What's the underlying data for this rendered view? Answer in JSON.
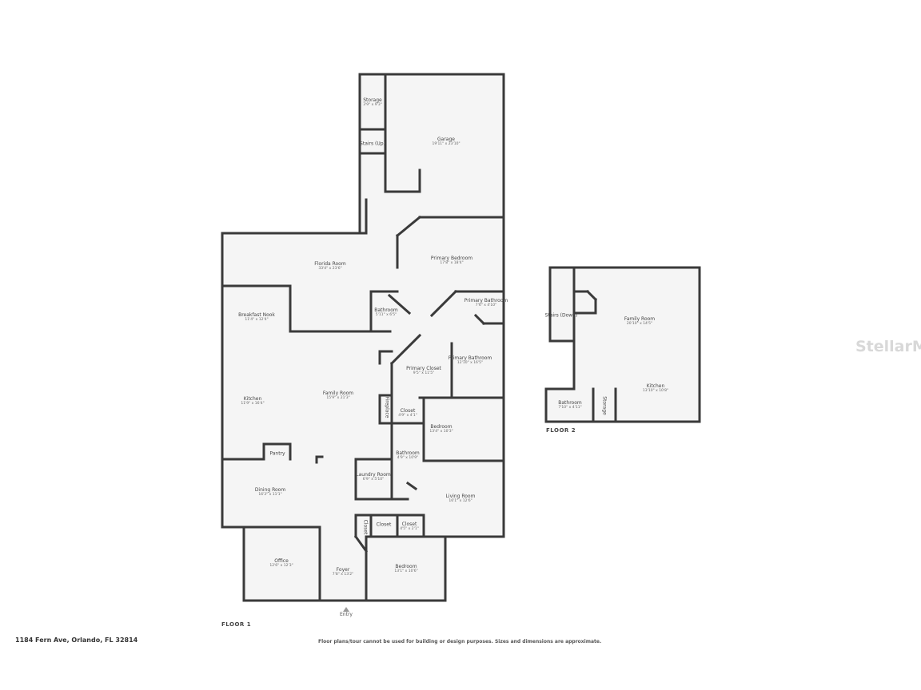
{
  "address": "1184 Fern Ave, Orlando, FL 32814",
  "disclaimer": "Floor plans/tour cannot be used for building or design purposes. Sizes and dimensions are approximate.",
  "watermark": "StellarMLS",
  "wall_color": "#3a3a3a",
  "floor_fill": "#f5f5f5",
  "floor1": {
    "label": "FLOOR 1",
    "entry": "Entry",
    "rooms": [
      {
        "name": "Storage",
        "dims": "3'9\" x 9'3\""
      },
      {
        "name": "Stairs (Up)",
        "dims": ""
      },
      {
        "name": "Garage",
        "dims": "19'11\" x 23'10\""
      },
      {
        "name": "Florida Room",
        "dims": "33'4\" x 23'6\""
      },
      {
        "name": "Primary Bedroom",
        "dims": "17'8\" x 18'4\""
      },
      {
        "name": "Breakfast Nook",
        "dims": "11'4\" x 12'4\""
      },
      {
        "name": "Bathroom",
        "dims": "5'11\" x 6'5\""
      },
      {
        "name": "Primary Bathroom",
        "dims": "7'6\" x 4'10\""
      },
      {
        "name": "Primary Bathroom",
        "dims": "12'10\" x 16'5\""
      },
      {
        "name": "Primary Closet",
        "dims": "9'5\" x 11'5\""
      },
      {
        "name": "Kitchen",
        "dims": "11'9\" x 16'4\""
      },
      {
        "name": "Family Room",
        "dims": "15'9\" x 21'3\""
      },
      {
        "name": "Fireplace",
        "dims": ""
      },
      {
        "name": "Closet",
        "dims": "4'9\" x 4'1\""
      },
      {
        "name": "Bedroom",
        "dims": "13'4\" x 10'3\""
      },
      {
        "name": "Pantry",
        "dims": ""
      },
      {
        "name": "Bathroom",
        "dims": "4'9\" x 10'9\""
      },
      {
        "name": "Laundry Room",
        "dims": "6'9\" x 5'10\""
      },
      {
        "name": "Dining Room",
        "dims": "16'3\" x 11'1\""
      },
      {
        "name": "Living Room",
        "dims": "16'1\" x 12'6\""
      },
      {
        "name": "Closet",
        "dims": ""
      },
      {
        "name": "Closet",
        "dims": ""
      },
      {
        "name": "Closet",
        "dims": "4'5\" x 2'1\""
      },
      {
        "name": "Office",
        "dims": "12'6\" x 12'3\""
      },
      {
        "name": "Foyer",
        "dims": "7'8\" x 13'2\""
      },
      {
        "name": "Bedroom",
        "dims": "13'1\" x 10'6\""
      }
    ]
  },
  "floor2": {
    "label": "FLOOR 2",
    "rooms": [
      {
        "name": "Stairs (Down)",
        "dims": ""
      },
      {
        "name": "Family Room",
        "dims": "20'10\" x 14'5\""
      },
      {
        "name": "Kitchen",
        "dims": "13'10\" x 10'8\""
      },
      {
        "name": "Bathroom",
        "dims": "7'10\" x 4'11\""
      },
      {
        "name": "Storage",
        "dims": ""
      }
    ]
  }
}
